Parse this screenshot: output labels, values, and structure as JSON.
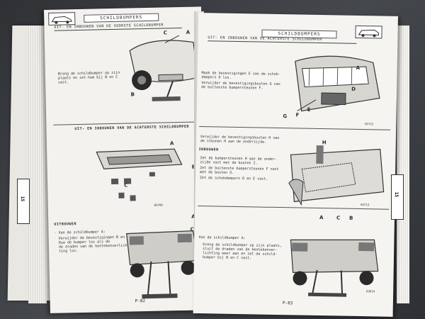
{
  "left_page": {
    "header_banner": "SCHILDBUMPERS",
    "header_sub": "UIT- EN INBOUWEN VAN DE VOORSTE SCHILDBUMPER",
    "step_text": "Breng de schildbumper op zijn plaats en zet hem bij B en C vast.",
    "section_title": "UIT- EN INBOUWEN VAN DE ACHTERSTE SCHILDBUMPER",
    "diagram_labels": {
      "a": "A",
      "b": "B",
      "c": "C"
    },
    "fig_number": "B3706",
    "uitbouwen_title": "UITBOUWEN",
    "uitbouwen_intro": "- Van de schildbumper A:",
    "uitbouwen_lines": [
      "Verwijder de bevestigingen B en C.",
      "Duw de bumper los als de",
      "de draden van de kentekenverlich-",
      "ting los."
    ],
    "bottom_labels": {
      "a": "A",
      "c": "C"
    },
    "page_number": "P-82",
    "tab_number": "15"
  },
  "right_page": {
    "header_banner": "SCHILDBUMPERS",
    "header_sub": "UIT- EN INBOUWEN VAN DE ACHTERSTE SCHILDBUMPER",
    "top_lines": [
      "Maak de bevestigingen E van de schok-",
      "dempers D los.",
      "Verwijder de bevestigingsbouten G van",
      "de buitenste bumpersteunen F."
    ],
    "top_labels": {
      "a": "A",
      "d": "D",
      "e": "E",
      "g": "G",
      "f": "F"
    },
    "fig1": "B3712",
    "mid_lines": [
      "Verwijder de bevestigingsbouten H van",
      "de steunen H aan de onderzijde."
    ],
    "inbouwen_title": "INBOUWEN",
    "inbouwen_lines": [
      "Zet de bumpersteunen H aan de onder-",
      "zijde vast met de bouten I.",
      "Zet de buitenste bumpersteunen F vast",
      "met de bouten G.",
      "Zet de schokdempers D en E vast."
    ],
    "mid_label": "H",
    "fig2": "B3713",
    "bottom_intro": "Van de schildbumper A:",
    "bottom_lines": [
      "breng de schildbumper op zijn plaats,",
      "sluit de draden van de kentekenver-",
      "lichting weer aan en zet de schild-",
      "bumper bij B en C vast."
    ],
    "bottom_labels": {
      "a": "A",
      "c": "C",
      "b": "B"
    },
    "fig3": "B3614",
    "page_number": "P-83",
    "tab_number": "15"
  }
}
